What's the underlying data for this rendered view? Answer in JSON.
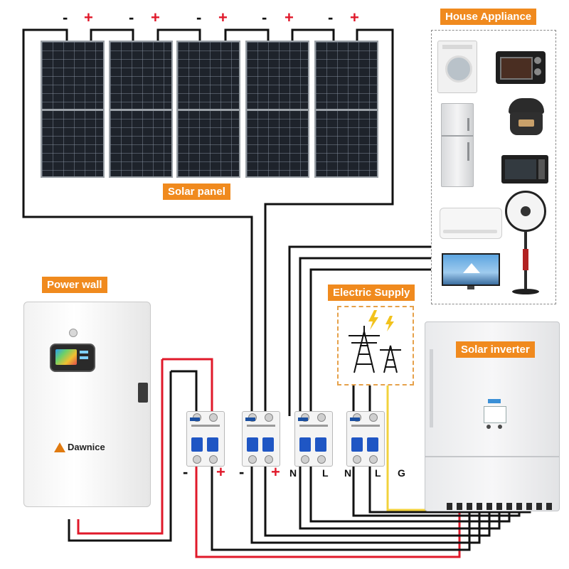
{
  "labels": {
    "house_appliance": "House Appliance",
    "solar_panel": "Solar panel",
    "power_wall": "Power wall",
    "electric_supply": "Electric Supply",
    "solar_inverter": "Solar inverter",
    "brand": "Dawnice"
  },
  "panel_terminals": [
    "-",
    "+",
    "-",
    "+",
    "-",
    "+",
    "-",
    "+",
    "-",
    "+"
  ],
  "breaker_terminals": [
    "-",
    "+",
    "-",
    "+",
    "N",
    "L",
    "N",
    "L",
    "G"
  ],
  "colors": {
    "accent_orange": "#f08a1e",
    "wire_black": "#111111",
    "wire_red": "#e0192a",
    "wire_yellow": "#f2d23c",
    "breaker_blue": "#1f56c4"
  }
}
